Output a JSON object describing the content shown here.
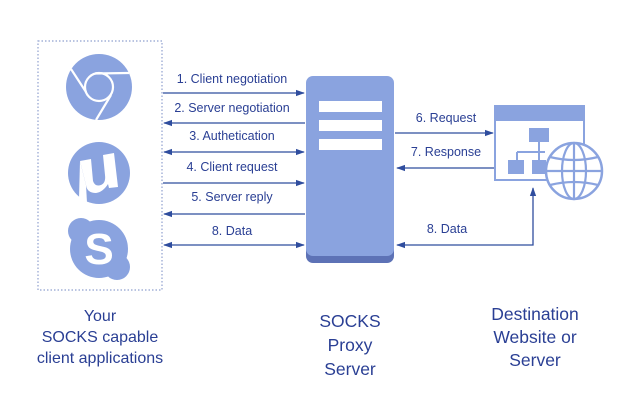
{
  "colors": {
    "icon_fill": "#8aa3df",
    "server_fill": "#8aa3df",
    "server_shadow": "#5d72b6",
    "arrow": "#2f4d9e",
    "text": "#2a3f94",
    "dotted_border": "#8fa0cf"
  },
  "client_apps": [
    {
      "name": "chrome",
      "icon": "chrome-icon"
    },
    {
      "name": "utorrent",
      "icon": "utorrent-icon"
    },
    {
      "name": "skype",
      "icon": "skype-icon"
    }
  ],
  "client_steps": [
    {
      "label": "1. Client negotiation",
      "direction": "to-proxy"
    },
    {
      "label": "2. Server negotiation",
      "direction": "to-client"
    },
    {
      "label": "3. Authetication",
      "direction": "both"
    },
    {
      "label": "4. Client request",
      "direction": "to-proxy"
    },
    {
      "label": "5. Server reply",
      "direction": "to-client"
    },
    {
      "label": "8. Data",
      "direction": "both"
    }
  ],
  "destination_steps": [
    {
      "label": "6. Request",
      "direction": "to-destination"
    },
    {
      "label": "7. Response",
      "direction": "to-proxy"
    },
    {
      "label": "8. Data",
      "direction": "both"
    }
  ],
  "captions": {
    "client": [
      "Your",
      "SOCKS capable",
      "client applications"
    ],
    "proxy": [
      "SOCKS",
      "Proxy",
      "Server"
    ],
    "destination": [
      "Destination",
      "Website or",
      "Server"
    ]
  }
}
